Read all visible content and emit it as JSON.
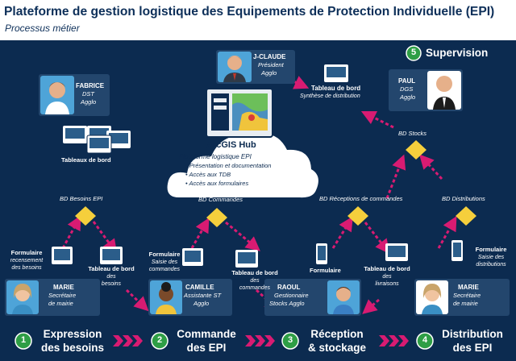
{
  "header": {
    "title": "Plateforme de gestion logistique des Equipements de Protection Individuelle (EPI)",
    "subtitle": "Processus métier"
  },
  "people": {
    "fabrice": {
      "name": "FABRICE",
      "role": "DST",
      "org": "Agglo"
    },
    "jclaude": {
      "name": "J-CLAUDE",
      "role": "Président",
      "org": "Agglo"
    },
    "paul": {
      "name": "PAUL",
      "role": "DGS",
      "org": "Agglo"
    },
    "marie1": {
      "name": "MARIE",
      "role": "Secrétaire",
      "org": "de mairie"
    },
    "camille": {
      "name": "CAMILLE",
      "role": "Assistante ST",
      "org": "Agglo"
    },
    "raoul": {
      "name": "RAOUL",
      "role": "Gestionnaire",
      "org": "Stocks Agglo"
    },
    "marie2": {
      "name": "MARIE",
      "role": "Secrétaire",
      "org": "de mairie"
    }
  },
  "hub": {
    "name": "ArcGIS Hub",
    "label": "Plateforme logistique EPI",
    "bullets": [
      "Présentation et documentation",
      "Accès aux TDB",
      "Accès aux formulaires"
    ]
  },
  "databases": {
    "besoins": "BD Besoins EPI",
    "commandes": "BD Commandes",
    "receptions": "BD Réceptions de commandes",
    "distributions": "BD Distributions",
    "stocks": "BD Stocks"
  },
  "tdb_group": "Tableaux de bord",
  "devices": {
    "form1": {
      "title": "Formulaire",
      "line1": "recensement",
      "line2": "des besoins"
    },
    "tdb1": {
      "title": "Tableau de bord",
      "line1": "des",
      "line2": "besoins"
    },
    "form2": {
      "title": "Formulaire",
      "line1": "Saisie des",
      "line2": "commandes"
    },
    "tdb2": {
      "title": "Tableau de bord",
      "line1": "des",
      "line2": "commandes"
    },
    "form3": {
      "title": "Formulaire"
    },
    "tdb3": {
      "title": "Tableau de bord",
      "line1": "des",
      "line2": "livraisons"
    },
    "form4": {
      "title": "Formulaire",
      "line1": "Saisie des",
      "line2": "distributions"
    },
    "tdb_top": {
      "title": "Tableau de bord",
      "line1": "Synthèse de distribution"
    }
  },
  "stages": [
    {
      "num": "1",
      "line1": "Expression",
      "line2": "des besoins"
    },
    {
      "num": "2",
      "line1": "Commande",
      "line2": "des EPI"
    },
    {
      "num": "3",
      "line1": "Réception",
      "line2": "& stockage"
    },
    {
      "num": "4",
      "line1": "Distribution",
      "line2": "des EPI"
    },
    {
      "num": "5",
      "line1": "Supervision"
    }
  ],
  "colors": {
    "background": "#0c2b50",
    "panel": "#23466d",
    "arrow": "#d81b72",
    "diamond": "#f5cf3c",
    "stage_badge": "#2e9e45"
  }
}
